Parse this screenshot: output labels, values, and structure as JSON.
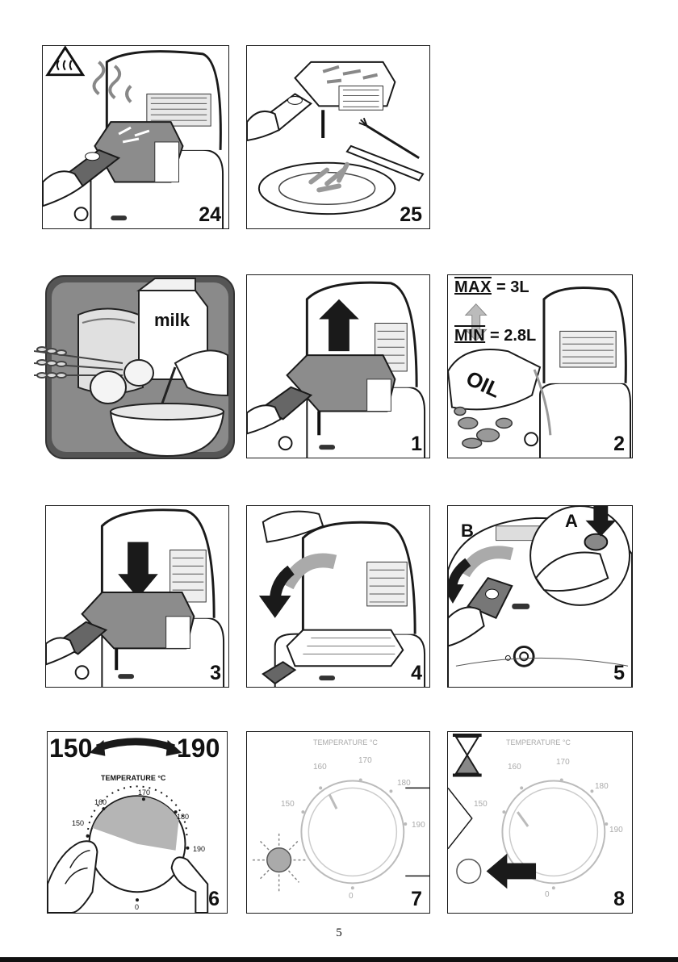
{
  "panels": {
    "p24": {
      "number": "24"
    },
    "p25": {
      "number": "25"
    },
    "p1": {
      "number": "1"
    },
    "p2": {
      "number": "2",
      "max_label": "MAX",
      "max_value": "= 3L",
      "min_label": "MIN",
      "min_value": "= 2.8L",
      "oil_label": "OIL"
    },
    "p3": {
      "number": "3"
    },
    "p4": {
      "number": "4"
    },
    "p5": {
      "number": "5",
      "label_a": "A",
      "label_b": "B"
    },
    "p6": {
      "number": "6",
      "range_low": "150",
      "range_high": "190",
      "dial_title": "TEMPERATURE °C",
      "ticks": [
        "150",
        "160",
        "170",
        "180",
        "190",
        "0"
      ]
    },
    "p7": {
      "number": "7",
      "dial_title": "TEMPERATURE °C",
      "ticks": [
        "150",
        "160",
        "170",
        "180",
        "190",
        "0"
      ]
    },
    "p8": {
      "number": "8",
      "dial_title": "TEMPERATURE °C",
      "ticks": [
        "150",
        "160",
        "170",
        "180",
        "190",
        "0"
      ]
    }
  },
  "allergen_box": {
    "milk_label": "milk"
  },
  "page_number": "5",
  "colors": {
    "outline": "#1a1a1a",
    "basket_gray": "#8c8c8c",
    "light_gray": "#c8c8c8",
    "dial_gray": "#b5b5b5"
  }
}
